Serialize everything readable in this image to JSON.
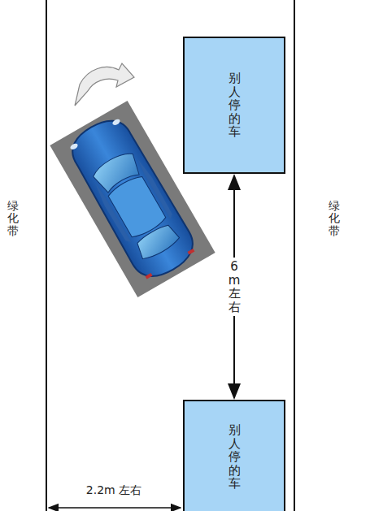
{
  "diagram": {
    "nodes": [
      {
        "text": [
          "别人停的车"
        ]
      },
      {
        "text": [
          "别人停的车"
        ]
      }
    ],
    "edges": [
      {
        "from": 0,
        "to": 1,
        "arrow": "both",
        "label": "6m 左右"
      }
    ],
    "labels": [
      "绿化带",
      "绿化带",
      "2.2m 左右"
    ]
  }
}
